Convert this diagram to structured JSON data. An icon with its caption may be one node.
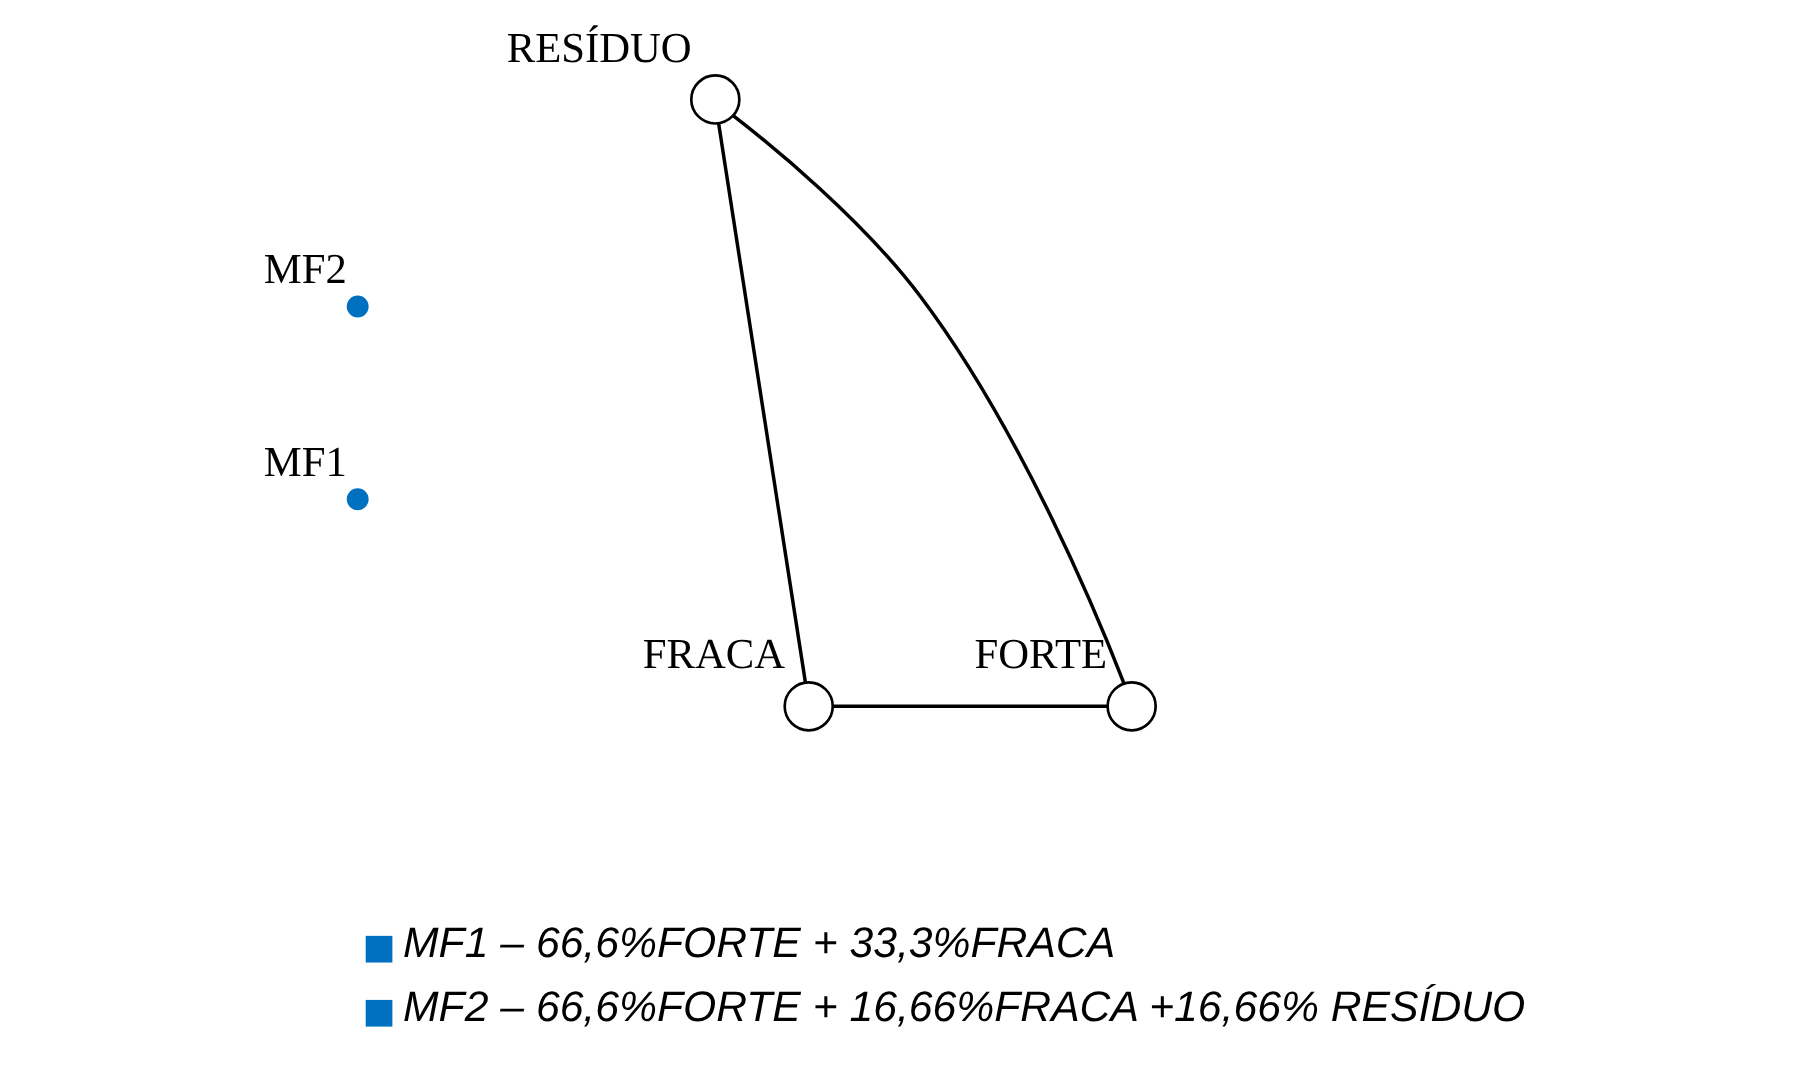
{
  "diagram": {
    "nodes": [
      {
        "text": [
          "RESÍDUO"
        ]
      },
      {
        "text": [
          "MF2"
        ]
      },
      {
        "text": [
          "FRACA"
        ]
      },
      {
        "text": [
          "MF1"
        ]
      },
      {
        "text": [
          "FORTE"
        ]
      }
    ],
    "edges": [
      {
        "from": 0,
        "to": 2,
        "arrow": "none"
      },
      {
        "from": 0,
        "to": 4,
        "arrow": "none"
      },
      {
        "from": 2,
        "to": 4,
        "arrow": "none"
      }
    ],
    "legend": [
      {
        "text": "MF1 – 66,6%FORTE + 33,3%FRACA",
        "color": "#0070c0"
      },
      {
        "text": "MF2 – 66,6%FORTE + 16,66%FRACA +16,66% RESÍDUO",
        "color": "#0070c0"
      }
    ]
  }
}
